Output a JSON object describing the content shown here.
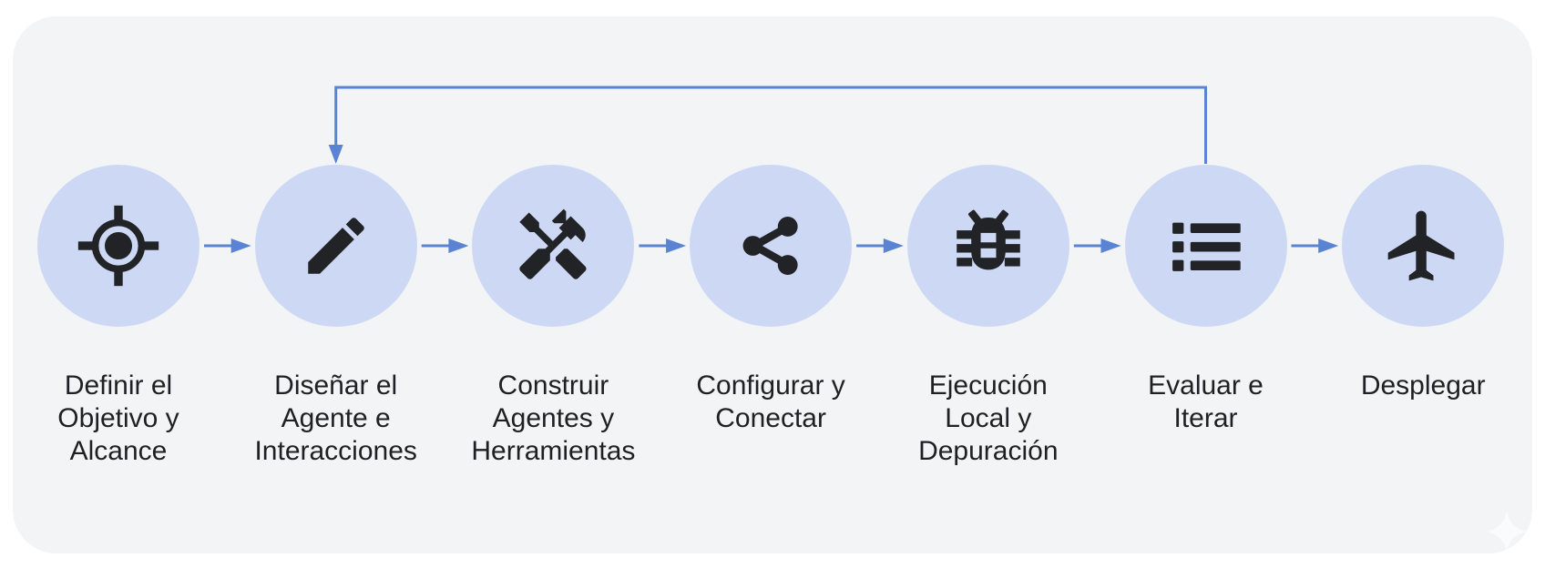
{
  "diagram": {
    "steps": [
      {
        "id": "definir-objetivo-y-alcance",
        "icon": "target-icon",
        "lines": [
          "Definir el",
          "Objetivo y",
          "Alcance"
        ]
      },
      {
        "id": "disenar-agente-interacciones",
        "icon": "pencil-icon",
        "lines": [
          "Diseñar el",
          "Agente e",
          "Interacciones"
        ]
      },
      {
        "id": "construir-agentes-herramientas",
        "icon": "tools-icon",
        "lines": [
          "Construir",
          "Agentes y",
          "Herramientas"
        ]
      },
      {
        "id": "configurar-y-conectar",
        "icon": "share-icon",
        "lines": [
          "Configurar y",
          "Conectar"
        ]
      },
      {
        "id": "ejecucion-local-depuracion",
        "icon": "bug-icon",
        "lines": [
          "Ejecución",
          "Local y",
          "Depuración"
        ]
      },
      {
        "id": "evaluar-e-iterar",
        "icon": "list-icon",
        "lines": [
          "Evaluar e",
          "Iterar"
        ]
      },
      {
        "id": "desplegar",
        "icon": "plane-icon",
        "lines": [
          "Desplegar"
        ]
      }
    ],
    "connections": [
      {
        "from": 1,
        "to": 2,
        "type": "forward"
      },
      {
        "from": 2,
        "to": 3,
        "type": "forward"
      },
      {
        "from": 3,
        "to": 4,
        "type": "forward"
      },
      {
        "from": 4,
        "to": 5,
        "type": "forward"
      },
      {
        "from": 5,
        "to": 6,
        "type": "forward"
      },
      {
        "from": 6,
        "to": 7,
        "type": "forward"
      },
      {
        "from": 6,
        "to": 2,
        "type": "feedback"
      }
    ],
    "colors": {
      "background": "#ffffff",
      "card": "#f2f4f6",
      "circle": "#cdd9f4",
      "arrow": "#5b83d4",
      "icon": "#212326",
      "text": "#1e2022",
      "sparkle": "#fafbfd"
    },
    "decorations": [
      {
        "name": "sparkle-icon"
      }
    ]
  }
}
